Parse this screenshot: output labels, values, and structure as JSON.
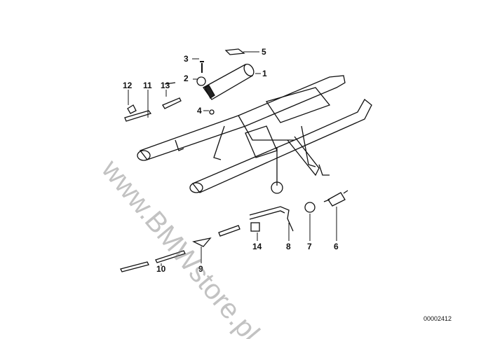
{
  "labels": {
    "p1": "1",
    "p2": "2",
    "p3": "3",
    "p4": "4",
    "p5": "5",
    "p6": "6",
    "p7": "7",
    "p8": "8",
    "p9": "9",
    "p10": "10",
    "p11": "11",
    "p12": "12",
    "p13": "13",
    "p14": "14"
  },
  "diagram_code": "00002412",
  "watermark": "www.BMWstore.pl"
}
